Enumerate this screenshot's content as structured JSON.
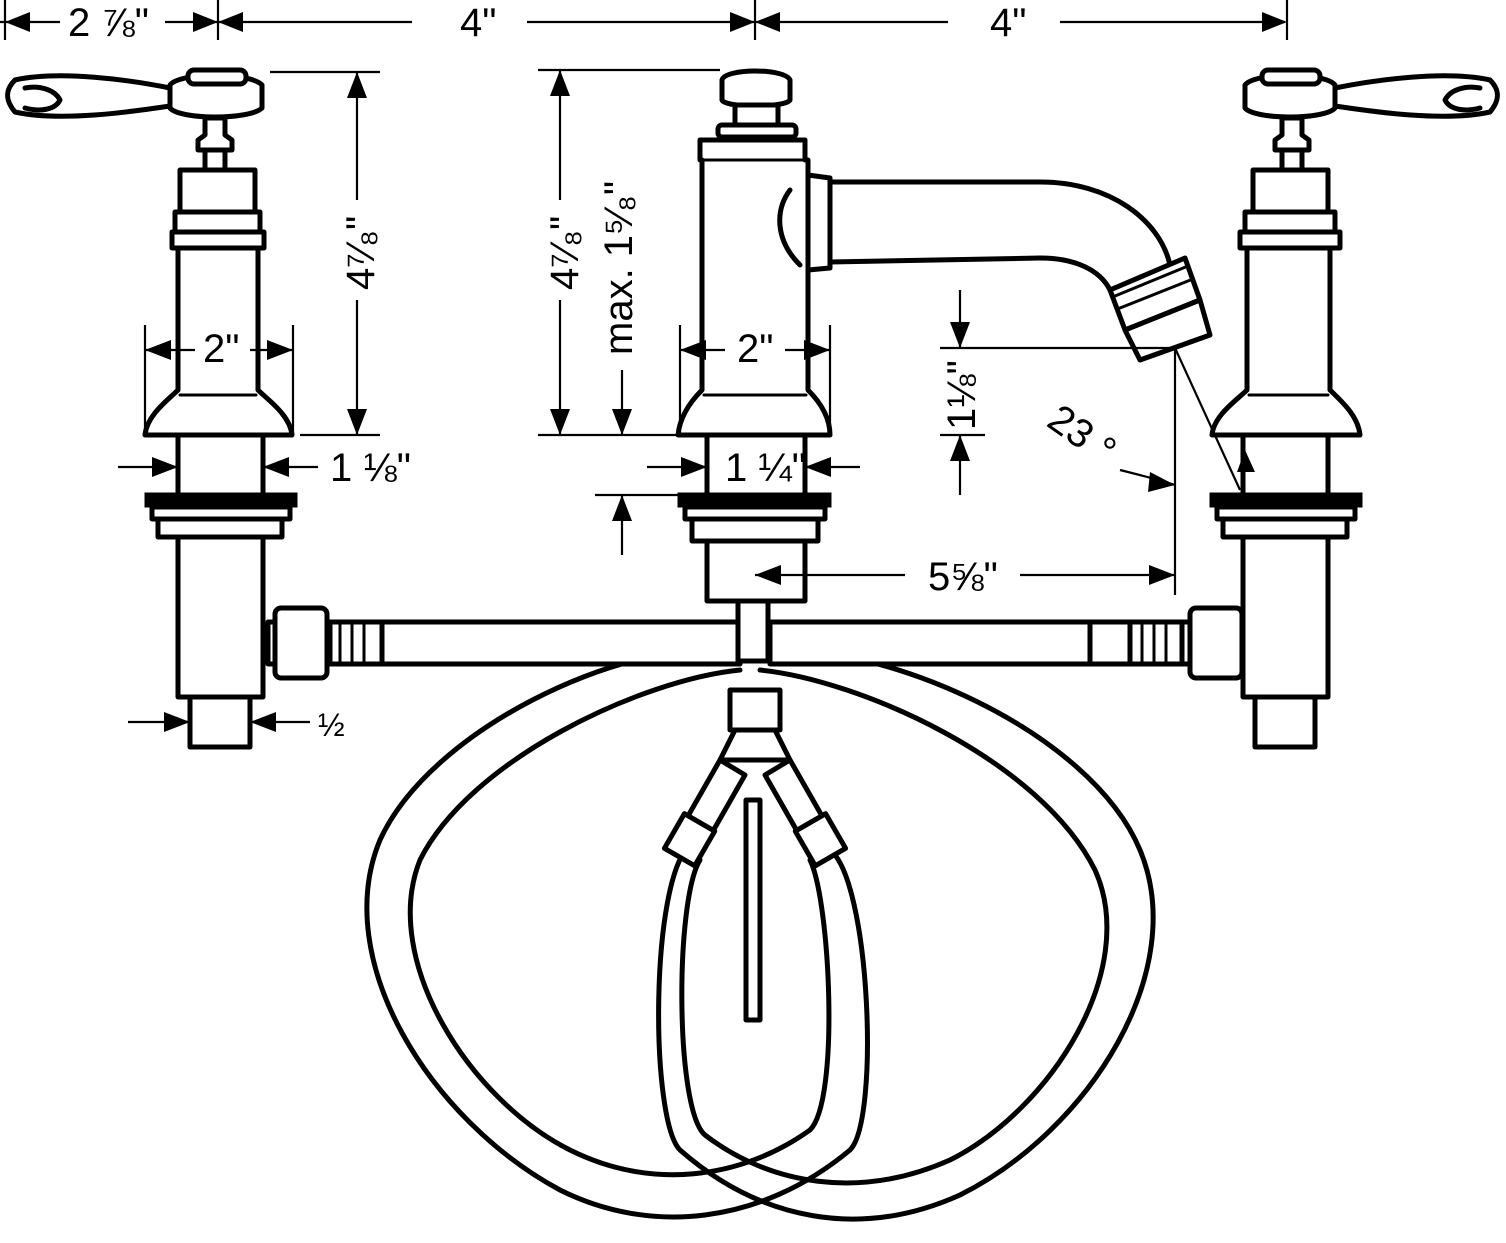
{
  "dimensions": {
    "handle_reach": "2 ⅞\"",
    "spacing_left": "4\"",
    "spacing_right": "4\"",
    "handle_height": "4⁷⁄₈\"",
    "spout_height": "4⁷⁄₈\"",
    "max_deck_thickness": "max. 1⁵⁄₈\"",
    "handle_base_diameter": "2\"",
    "spout_base_diameter": "2\"",
    "handle_shank_diameter": "1 ⅛\"",
    "spout_shank_diameter": "1 ¼\"",
    "aerator_clearance": "1⅛\"",
    "spray_angle": "23 °",
    "spout_reach": "5⅝\"",
    "connection_size": "½"
  }
}
